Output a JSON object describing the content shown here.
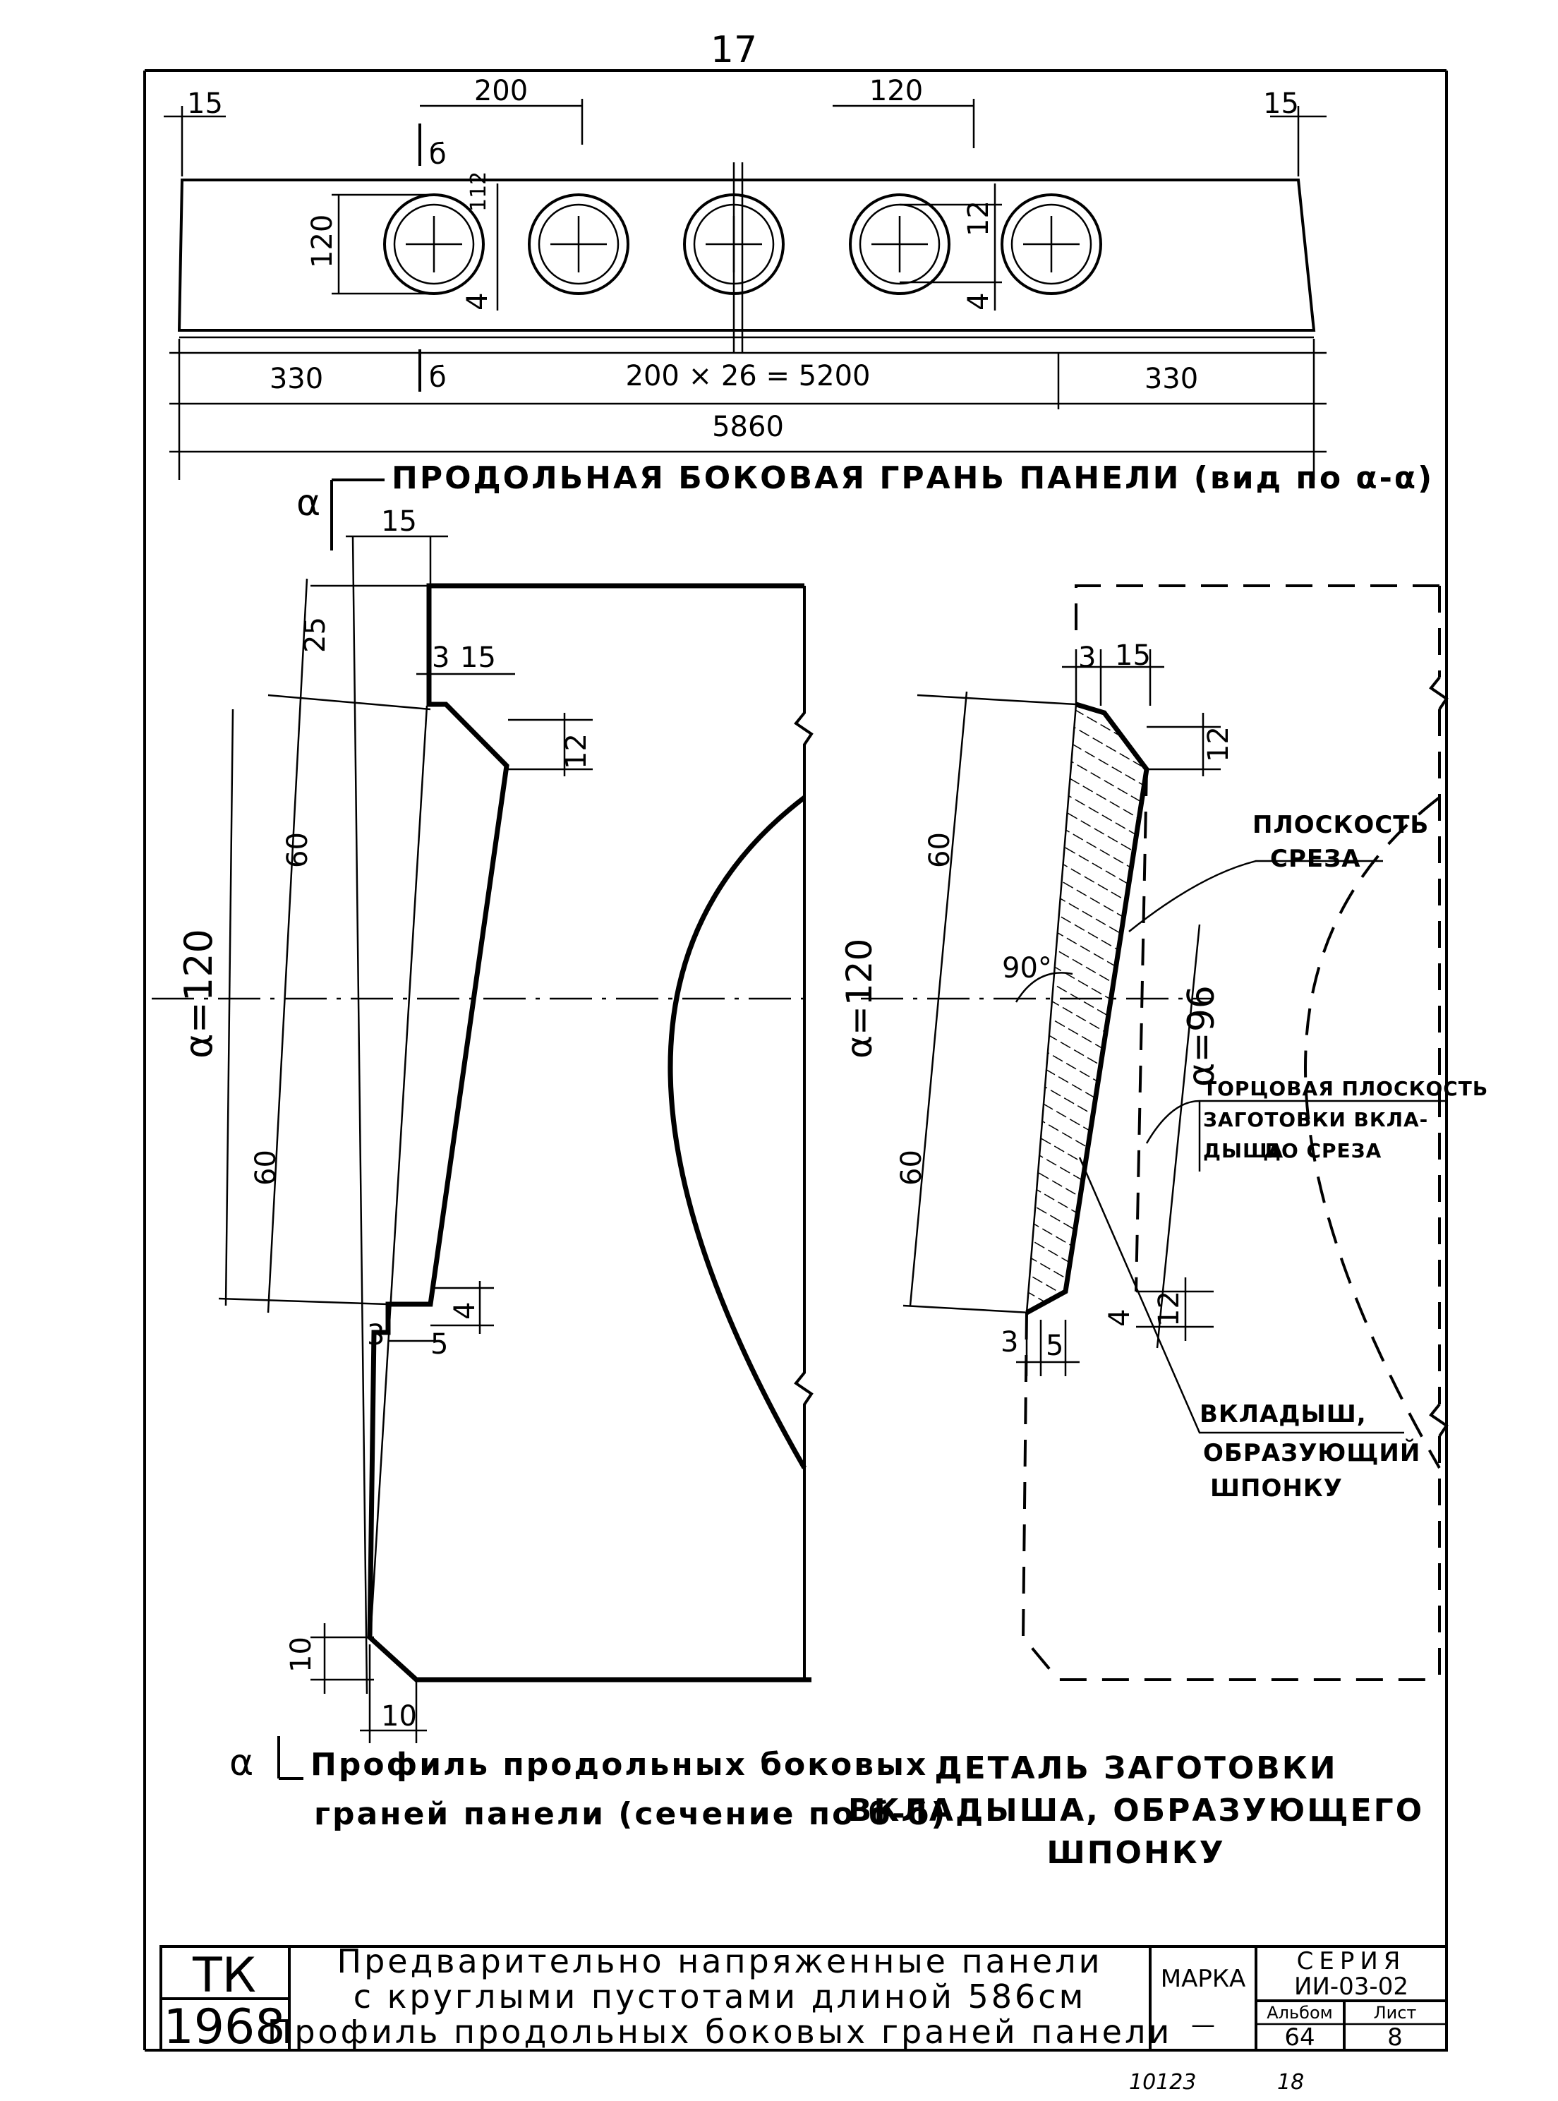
{
  "page_number": "17",
  "sheet_footer": {
    "left": "10123",
    "right": "18"
  },
  "top_view": {
    "dims_top": [
      "15",
      "200",
      "120",
      "15"
    ],
    "section_mark": "б",
    "dims_vertical": [
      "120",
      "112",
      "4",
      "12",
      "4"
    ],
    "dims_bottom": [
      "330",
      "200 × 26 = 5200",
      "330"
    ],
    "total_length": "5860",
    "caption": "ПРОДОЛЬНАЯ БОКОВАЯ ГРАНЬ ПАНЕЛИ (вид по α-α)"
  },
  "left_profile": {
    "section_mark": "α",
    "dims": [
      "15",
      "25",
      "3",
      "15",
      "12",
      "60",
      "α=120",
      "60",
      "3",
      "5",
      "4",
      "10",
      "10"
    ],
    "caption_line1": "Профиль продольных боковых",
    "caption_line2": "граней панели (сечение по б-б)"
  },
  "right_detail": {
    "dims": [
      "3",
      "15",
      "12",
      "60",
      "α=120",
      "60",
      "α=96",
      "12",
      "4",
      "3",
      "5",
      "90°"
    ],
    "labels": {
      "cut_plane": [
        "ПЛОСКОСТЬ",
        "СРЕЗА"
      ],
      "end_plane": [
        "ТОРЦОВАЯ ПЛОСКОСТЬ",
        "ЗАГОТОВКИ ВКЛА-",
        "ДЫША",
        "ДО СРЕЗА"
      ],
      "insert": [
        "ВКЛАДЫШ,",
        "ОБРАЗУЮЩИЙ",
        "ШПОНКУ"
      ]
    },
    "caption_line1": "ДЕТАЛЬ ЗАГОТОВКИ",
    "caption_line2": "ВКЛАДЫША, ОБРАЗУЮЩЕГО",
    "caption_line3": "ШПОНКУ"
  },
  "title_block": {
    "org": "ТК",
    "year": "1968",
    "title_line1": "Предварительно напряженные панели",
    "title_line2": "с круглыми пустотами длиной 586см",
    "title_line3": "Профиль продольных боковых граней панели",
    "marka_label": "МАРКА",
    "marka_value": "—",
    "series_label": "СЕРИЯ",
    "series_value": "ИИ-03-02",
    "album_label": "Альбом",
    "album_value": "64",
    "sheet_label": "Лист",
    "sheet_value": "8"
  }
}
